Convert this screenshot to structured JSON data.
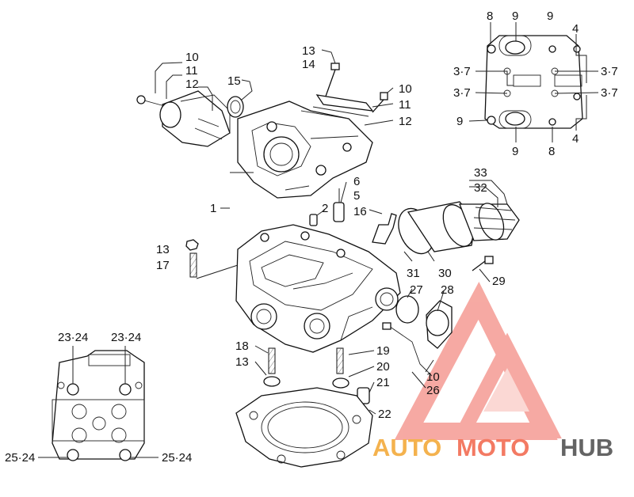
{
  "labels": [
    {
      "id": "c10a",
      "text": "10"
    },
    {
      "id": "c11a",
      "text": "11"
    },
    {
      "id": "c12a",
      "text": "12"
    },
    {
      "id": "c15",
      "text": "15"
    },
    {
      "id": "c13a",
      "text": "13"
    },
    {
      "id": "c14",
      "text": "14"
    },
    {
      "id": "c10b",
      "text": "10"
    },
    {
      "id": "c11b",
      "text": "11"
    },
    {
      "id": "c12b",
      "text": "12"
    },
    {
      "id": "c1",
      "text": "1"
    },
    {
      "id": "c6",
      "text": "6"
    },
    {
      "id": "c5",
      "text": "5"
    },
    {
      "id": "c2",
      "text": "2"
    },
    {
      "id": "c16",
      "text": "16"
    },
    {
      "id": "c33",
      "text": "33"
    },
    {
      "id": "c32",
      "text": "32"
    },
    {
      "id": "c13b",
      "text": "13"
    },
    {
      "id": "c17",
      "text": "17"
    },
    {
      "id": "c31",
      "text": "31"
    },
    {
      "id": "c30",
      "text": "30"
    },
    {
      "id": "c27",
      "text": "27"
    },
    {
      "id": "c28",
      "text": "28"
    },
    {
      "id": "c29",
      "text": "29"
    },
    {
      "id": "c18",
      "text": "18"
    },
    {
      "id": "c13c",
      "text": "13"
    },
    {
      "id": "c19",
      "text": "19"
    },
    {
      "id": "c20",
      "text": "20"
    },
    {
      "id": "c21",
      "text": "21"
    },
    {
      "id": "c10c",
      "text": "10"
    },
    {
      "id": "c26",
      "text": "26"
    },
    {
      "id": "c22",
      "text": "22"
    },
    {
      "id": "c2324a",
      "text": "23·24"
    },
    {
      "id": "c2324b",
      "text": "23·24"
    },
    {
      "id": "c2524a",
      "text": "25·24"
    },
    {
      "id": "c2524b",
      "text": "25·24"
    },
    {
      "id": "c8a",
      "text": "8"
    },
    {
      "id": "c9a",
      "text": "9"
    },
    {
      "id": "c9b",
      "text": "9"
    },
    {
      "id": "c4a",
      "text": "4"
    },
    {
      "id": "c37a",
      "text": "3·7"
    },
    {
      "id": "c37b",
      "text": "3·7"
    },
    {
      "id": "c37c",
      "text": "3·7"
    },
    {
      "id": "c37d",
      "text": "3·7"
    },
    {
      "id": "c9c",
      "text": "9"
    },
    {
      "id": "c9d",
      "text": "9"
    },
    {
      "id": "c8b",
      "text": "8"
    },
    {
      "id": "c4b",
      "text": "4"
    }
  ],
  "watermark": {
    "part1": "AUTO",
    "part2": "MOTO",
    "part3": "HUB",
    "color_auto": "#f4b24e",
    "color_moto": "#f37a63",
    "color_hub": "#646464",
    "emblem_color": "#f59b93"
  }
}
